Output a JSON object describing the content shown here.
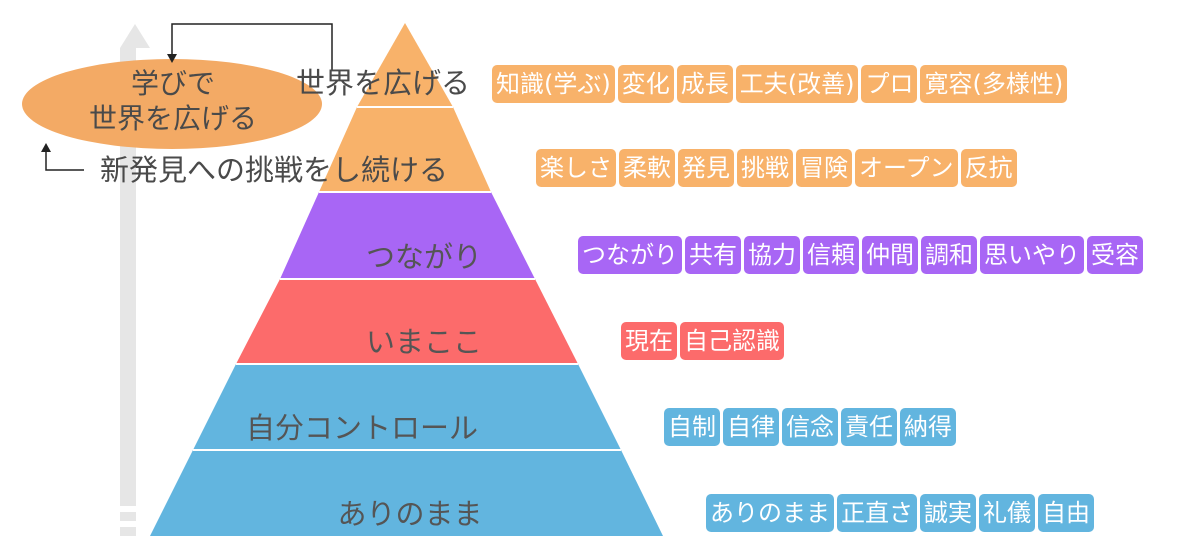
{
  "colors": {
    "orange": "#F8B26A",
    "purple": "#A866F5",
    "red": "#FC6B6B",
    "blue": "#62B5DF",
    "arrow": "#E6E6E6",
    "ellipse": "#F3AA65"
  },
  "ellipse": {
    "line1": "学びで",
    "line2": "世界を広げる"
  },
  "top_label": "世界を広げる",
  "sub_label": "新発見への挑戦をし続ける",
  "levels": [
    {
      "name": "",
      "color": "orange",
      "tags": [
        "知識(学ぶ)",
        "変化",
        "成長",
        "工夫(改善)",
        "プロ",
        "寛容(多様性)"
      ]
    },
    {
      "name": "",
      "color": "orange",
      "tags": [
        "楽しさ",
        "柔軟",
        "発見",
        "挑戦",
        "冒険",
        "オープン",
        "反抗"
      ]
    },
    {
      "name": "つながり",
      "color": "purple",
      "tags": [
        "つながり",
        "共有",
        "協力",
        "信頼",
        "仲間",
        "調和",
        "思いやり",
        "受容"
      ]
    },
    {
      "name": "いまここ",
      "color": "red",
      "tags": [
        "現在",
        "自己認識"
      ]
    },
    {
      "name": "自分コントロール",
      "color": "blue",
      "tags": [
        "自制",
        "自律",
        "信念",
        "責任",
        "納得"
      ]
    },
    {
      "name": "ありのまま",
      "color": "blue",
      "tags": [
        "ありのまま",
        "正直さ",
        "誠実",
        "礼儀",
        "自由"
      ]
    }
  ]
}
